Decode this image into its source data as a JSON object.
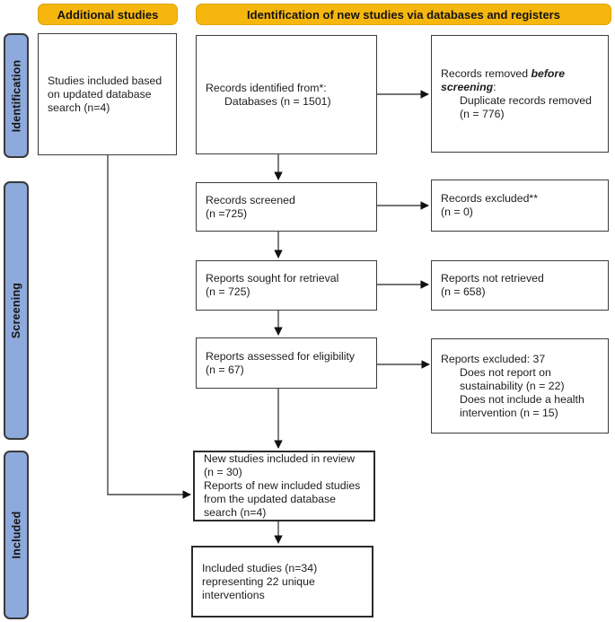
{
  "colors": {
    "yellow": "#F6B60E",
    "blue": "#8EA9DB"
  },
  "headers": {
    "additional_studies": "Additional studies",
    "main": "Identification of new studies via databases and registers"
  },
  "sidebar": {
    "identification": "Identification",
    "screening": "Screening",
    "included": "Included"
  },
  "boxes": {
    "updated_search": {
      "l1": "Studies included based",
      "l2": "on updated database",
      "l3": "search (n=4)"
    },
    "records_identified": {
      "l1": "Records identified from*:",
      "l2": "Databases (n = 1501)"
    },
    "records_removed": {
      "l1a": "Records removed ",
      "l1b": "before",
      "l2a": "screening",
      "l2b": ":",
      "l3": "Duplicate records removed",
      "l4": "(n = 776)"
    },
    "records_screened": {
      "l1": "Records screened",
      "l2": "(n =725)"
    },
    "records_excluded": {
      "l1": "Records excluded**",
      "l2": "(n = 0)"
    },
    "reports_sought": {
      "l1": "Reports sought for retrieval",
      "l2": "(n = 725)"
    },
    "reports_not_retrieved": {
      "l1": "Reports not retrieved",
      "l2": "(n = 658)"
    },
    "reports_assessed": {
      "l1": "Reports assessed for eligibility",
      "l2": "(n = 67)"
    },
    "reports_excluded": {
      "l1": "Reports excluded: 37",
      "l2": "Does not report on",
      "l3": "sustainability (n = 22)",
      "l4": "Does not include a health",
      "l5": "intervention (n = 15)"
    },
    "new_studies": {
      "l1": "New studies included in review",
      "l2": "(n = 30)",
      "l3": "Reports of new included studies",
      "l4": "from the updated database",
      "l5": "search (n=4)"
    },
    "included_studies": {
      "l1": "Included studies (n=34)",
      "l2": "representing 22 unique",
      "l3": "interventions"
    }
  }
}
